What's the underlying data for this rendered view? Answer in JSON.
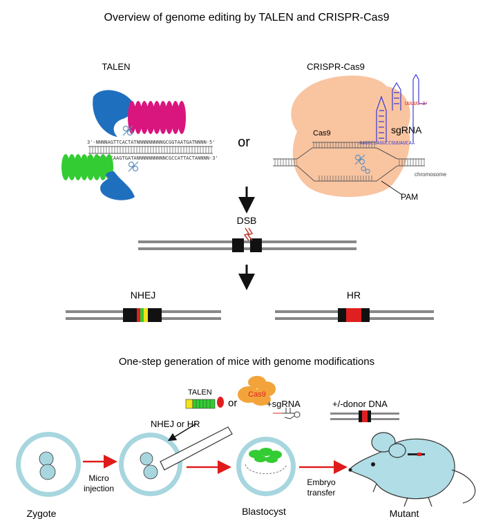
{
  "title": "Overview of genome editing by TALEN and CRISPR-Cas9",
  "talen": {
    "label": "TALEN",
    "top_strand": "3'-NNNNAGTTCACTATNNNNNNNNNGCGGTAATGATNNNN-5'",
    "bottom_strand": "5'-NNNNTCAAGTGATANNNNNNNNNNCGCCATTACTANNNN-3'"
  },
  "or_label": "or",
  "crispr": {
    "label": "CRISPR-Cas9",
    "cas9_label": "Cas9",
    "sgrna_label": "sgRNA",
    "pam_label": "PAM",
    "sgrna_seq": "AAGGCUAGUCCGUUAUCAA",
    "sgrna_3prime": "UUUUU-3'",
    "chromosome_label": "chromosome"
  },
  "dsb_label": "DSB",
  "nhej_label": "NHEJ",
  "hr_label": "HR",
  "section2_title": "One-step generation of mice with genome modifications",
  "reagents": {
    "talen_label": "TALEN",
    "or_label": "or",
    "cas9_label": "Cas9",
    "sgrna_label": "+sgRNA",
    "donor_label": "+/-donor DNA"
  },
  "steps": {
    "nhej_hr_label": "NHEJ or HR",
    "zygote": "Zygote",
    "micro_injection": [
      "Micro",
      "injection"
    ],
    "blastocyst": "Blastocyst",
    "embryo_transfer": [
      "Embryo",
      "transfer"
    ],
    "mutant": "Mutant"
  },
  "colors": {
    "tal_domain": "#1f6fbf",
    "tale_top": "#d9157e",
    "tale_bottom": "#33cc33",
    "cas9_body": "#f9c4a0",
    "sgrna": "#3a3ad6",
    "red_arrow": "#e01b1b",
    "hr_red": "#e02020",
    "cell": "#a7d6df",
    "cell_rim": "#8fc7d3",
    "mouse": "#b0dde6",
    "blastocyst_green": "#33cc33"
  }
}
